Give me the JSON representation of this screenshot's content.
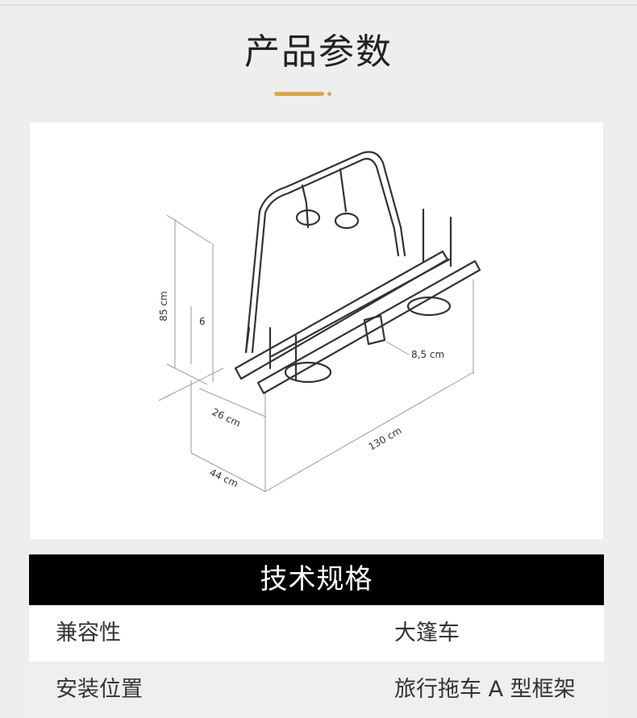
{
  "page": {
    "title": "产品参数"
  },
  "diagram": {
    "dimensions": {
      "height_total": "85 cm",
      "height_small": "6",
      "depth_clamp": "8,5 cm",
      "depth_rail": "26 cm",
      "length": "130 cm",
      "depth_total": "44 cm"
    }
  },
  "specs": {
    "header": "技术规格",
    "rows": [
      {
        "label": "兼容性",
        "value": "大篷车"
      },
      {
        "label": "安装位置",
        "value": "旅行拖车 A 型框架"
      }
    ]
  },
  "colors": {
    "accent": "#d8a74f",
    "header_bg": "#000000",
    "page_bg": "#eeeeee"
  }
}
